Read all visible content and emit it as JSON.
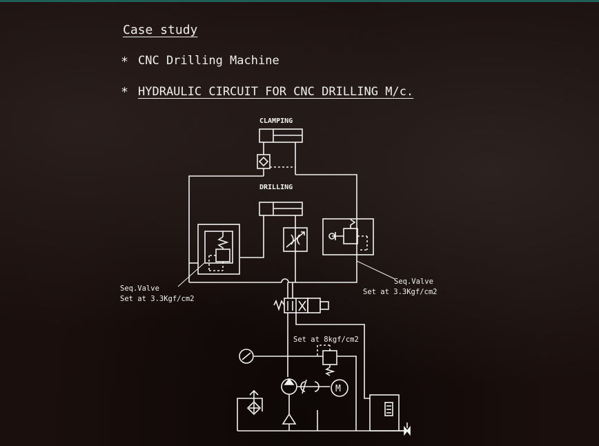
{
  "slide": {
    "heading": "Case study",
    "bullet_mark": "*",
    "bullets": [
      "CNC Drilling Machine",
      "HYDRAULIC CIRCUIT FOR CNC DRILLING M/c."
    ]
  },
  "circuit": {
    "labels": {
      "clamping": "CLAMPING",
      "drilling": "DRILLING",
      "seq_valve_left_title": "Seq.Valve",
      "seq_valve_left_setting": "Set at 3.3Kgf/cm2",
      "seq_valve_right_title": "Seq.Valve",
      "seq_valve_right_setting": "Set at 3.3Kgf/cm2",
      "relief_setting": "Set at 8kgf/cm2",
      "motor": "M"
    },
    "colors": {
      "line": "#f2f2f2",
      "background": "#1a0f0d",
      "accent_bar": "#1f5f5a"
    }
  }
}
